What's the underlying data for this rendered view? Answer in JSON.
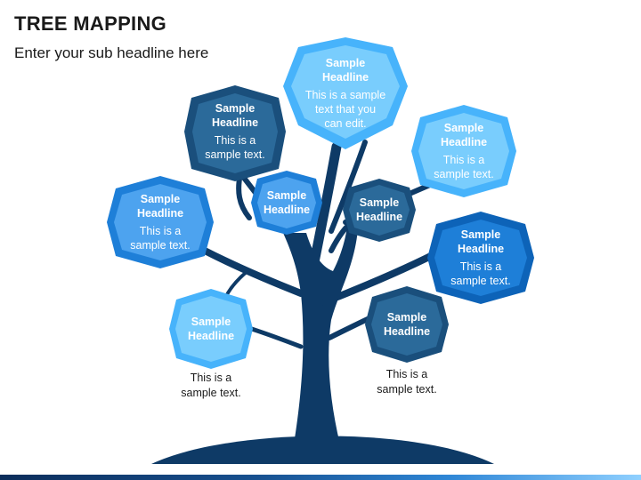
{
  "header": {
    "title": "TREE MAPPING",
    "subtitle": "Enter your sub headline here"
  },
  "colors": {
    "trunk": "#0e3a66",
    "navy": "#1a4f7c",
    "navy_light": "#2b6a9a",
    "blue": "#1e7fd8",
    "blue_light": "#4da3ef",
    "sky": "#47b3fb",
    "sky_light": "#79cdfd"
  },
  "nodes": [
    {
      "id": "top",
      "headline": "Sample\nHeadline",
      "body": "This is a sample\ntext that you\ncan edit."
    },
    {
      "id": "upper-left",
      "headline": "Sample\nHeadline",
      "body": "This is a\nsample text."
    },
    {
      "id": "center-left",
      "headline": "Sample\nHeadline",
      "body": ""
    },
    {
      "id": "center-right",
      "headline": "Sample\nHeadline",
      "body": ""
    },
    {
      "id": "upper-right",
      "headline": "Sample\nHeadline",
      "body": "This is a\nsample text."
    },
    {
      "id": "left",
      "headline": "Sample\nHeadline",
      "body": "This is a\nsample text."
    },
    {
      "id": "right",
      "headline": "Sample\nHeadline",
      "body": "This is a\nsample text."
    },
    {
      "id": "bottom-left",
      "headline": "Sample\nHeadline",
      "body": ""
    },
    {
      "id": "bottom-right",
      "headline": "Sample\nHeadline",
      "body": ""
    }
  ],
  "captions": {
    "bottom_left": "This is a\nsample text.",
    "bottom_right": "This is a\nsample text."
  }
}
